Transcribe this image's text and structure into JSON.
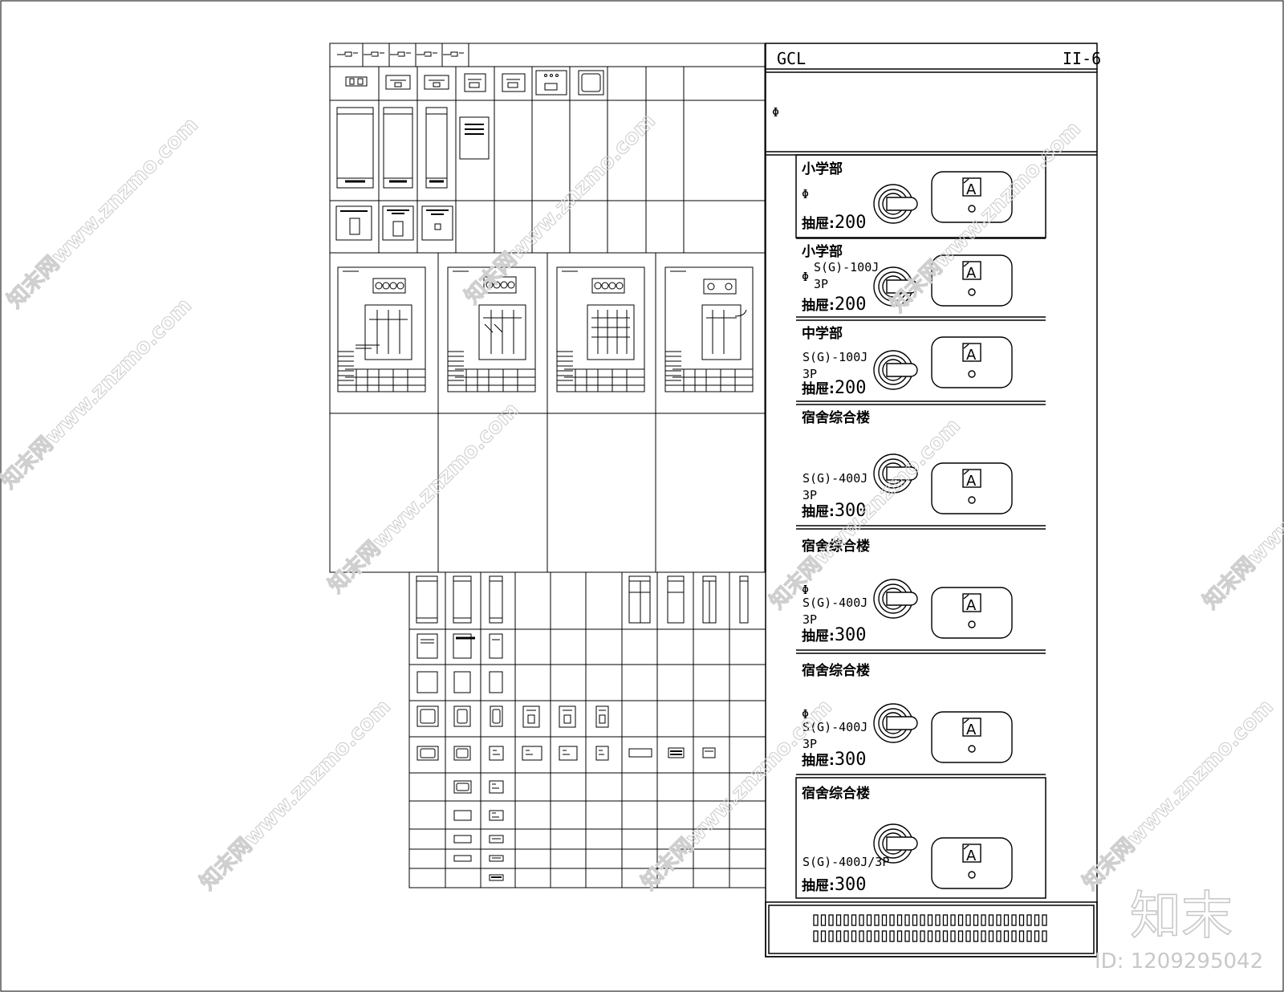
{
  "panel": {
    "title_left": "GCL",
    "title_right": "II-6",
    "header_symbol": "Φ",
    "units": [
      {
        "name": "小学部",
        "symbol": "Φ",
        "model": "",
        "poles": "",
        "drawer_label": "抽屉:",
        "drawer_value": "200",
        "meter": "A"
      },
      {
        "name": "小学部",
        "symbol": "Φ",
        "model": "S(G)-100J",
        "poles": "3P",
        "drawer_label": "抽屉:",
        "drawer_value": "200",
        "meter": "A"
      },
      {
        "name": "中学部",
        "symbol": "",
        "model": "S(G)-100J",
        "poles": "3P",
        "drawer_label": "抽屉:",
        "drawer_value": "200",
        "meter": "A"
      },
      {
        "name": "宿舍综合楼",
        "symbol": "",
        "model": "S(G)-400J",
        "poles": "3P",
        "drawer_label": "抽屉:",
        "drawer_value": "300",
        "meter": "A"
      },
      {
        "name": "宿舍综合楼",
        "symbol": "Φ",
        "model": "S(G)-400J",
        "poles": "3P",
        "drawer_label": "抽屉:",
        "drawer_value": "300",
        "meter": "A"
      },
      {
        "name": "宿舍综合楼",
        "symbol": "Φ",
        "model": "S(G)-400J",
        "poles": "3P",
        "drawer_label": "抽屉:",
        "drawer_value": "300",
        "meter": "A"
      },
      {
        "name": "宿舍综合楼",
        "symbol": "",
        "model": "S(G)-400J/3P",
        "poles": "",
        "drawer_label": "抽屉:",
        "drawer_value": "300",
        "meter": "A"
      }
    ]
  },
  "watermark": {
    "text": "知末网www.znzmo.com",
    "brand": "知末",
    "id": "ID: 1209295042"
  },
  "colors": {
    "line": "#000000",
    "background": "#ffffff",
    "watermark": "#cfcfcf"
  }
}
